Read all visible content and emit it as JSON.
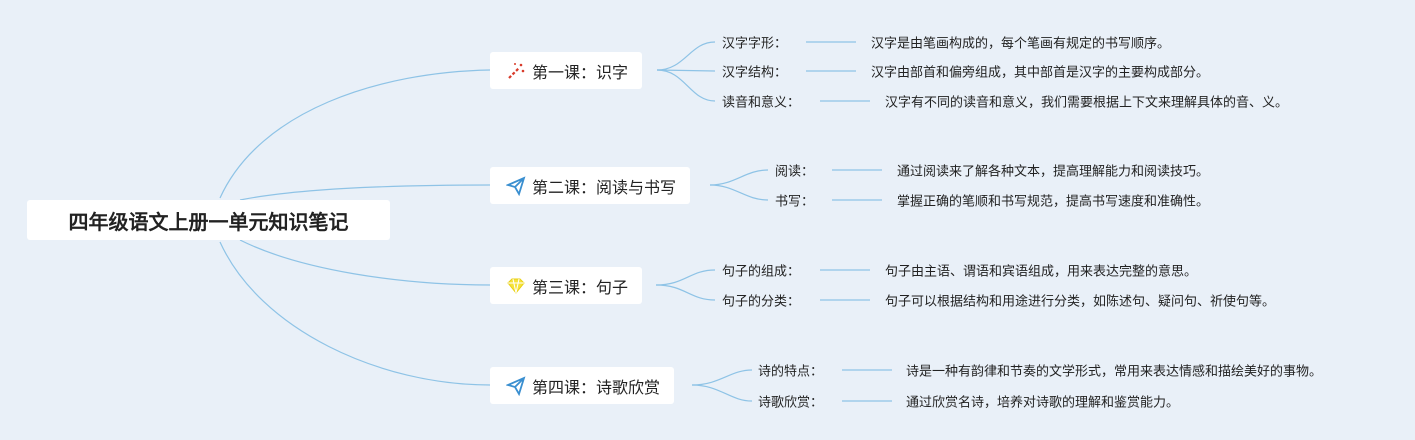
{
  "root": "四年级语文上册一单元知识笔记",
  "lessons": [
    {
      "title": "第一课：识字",
      "icon": "magic-wand-icon",
      "items": [
        {
          "label": "汉字字形：",
          "desc": "汉字是由笔画构成的，每个笔画有规定的书写顺序。"
        },
        {
          "label": "汉字结构：",
          "desc": "汉字由部首和偏旁组成，其中部首是汉字的主要构成部分。"
        },
        {
          "label": "读音和意义：",
          "desc": "汉字有不同的读音和意义，我们需要根据上下文来理解具体的音、义。"
        }
      ]
    },
    {
      "title": "第二课：阅读与书写",
      "icon": "paper-plane-icon",
      "items": [
        {
          "label": "阅读：",
          "desc": "通过阅读来了解各种文本，提高理解能力和阅读技巧。"
        },
        {
          "label": "书写：",
          "desc": "掌握正确的笔顺和书写规范，提高书写速度和准确性。"
        }
      ]
    },
    {
      "title": "第三课：句子",
      "icon": "diamond-icon",
      "items": [
        {
          "label": "句子的组成：",
          "desc": "句子由主语、谓语和宾语组成，用来表达完整的意思。"
        },
        {
          "label": "句子的分类：",
          "desc": "句子可以根据结构和用途进行分类，如陈述句、疑问句、祈使句等。"
        }
      ]
    },
    {
      "title": "第四课：诗歌欣赏",
      "icon": "paper-plane-icon",
      "items": [
        {
          "label": "诗的特点：",
          "desc": "诗是一种有韵律和节奏的文学形式，常用来表达情感和描绘美好的事物。"
        },
        {
          "label": "诗歌欣赏：",
          "desc": "通过欣赏名诗，培养对诗歌的理解和鉴赏能力。"
        }
      ]
    }
  ],
  "colors": {
    "line": "#8ec3e6",
    "background": "#e9f0f8"
  }
}
